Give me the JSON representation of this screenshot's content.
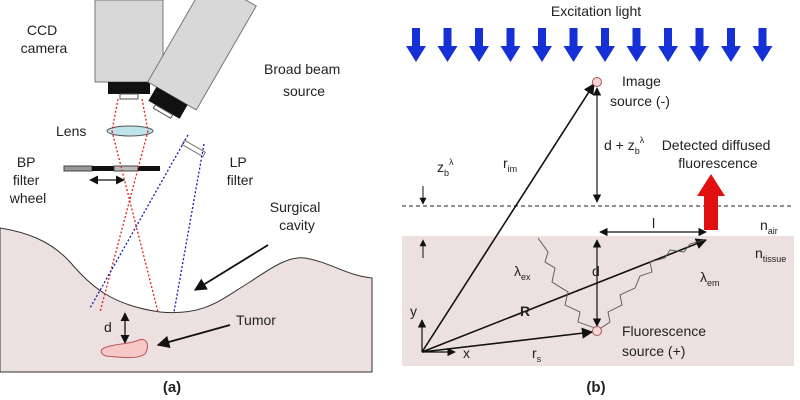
{
  "panel_a": {
    "label": "(a)",
    "ccd_camera": [
      "CCD",
      "camera"
    ],
    "broad_beam_source": [
      "Broad beam",
      "source"
    ],
    "lens": "Lens",
    "bp_filter_wheel": [
      "BP",
      "filter",
      "wheel"
    ],
    "lp_filter": [
      "LP",
      "filter"
    ],
    "surgical_cavity": [
      "Surgical",
      "cavity"
    ],
    "tumor": "Tumor",
    "depth": "d"
  },
  "panel_b": {
    "label": "(b)",
    "excitation_light": "Excitation light",
    "image_source": [
      "Image",
      "source (-)"
    ],
    "detected": [
      "Detected diffused",
      "fluorescence"
    ],
    "fluorescence_source": [
      "Fluorescence",
      "source (+)"
    ],
    "zb": {
      "base": "z",
      "sub": "b",
      "sup": "λ"
    },
    "r_im": {
      "base": "r",
      "sub": "im"
    },
    "d_plus_zb": {
      "prefix": "d + z",
      "sub": "b",
      "sup": "λ"
    },
    "n_air": {
      "base": "n",
      "sub": "air"
    },
    "n_tissue": {
      "base": "n",
      "sub": "tissue"
    },
    "lambda_ex": {
      "base": "λ",
      "sub": "ex"
    },
    "lambda_em": {
      "base": "λ",
      "sub": "em"
    },
    "l": "l",
    "d": "d",
    "R": "R",
    "y": "y",
    "x": "x",
    "r_s": {
      "base": "r",
      "sub": "s"
    }
  },
  "colors": {
    "tissue": "#ece1e0",
    "camera_body": "#d8d8d8",
    "lens": "#bfe3ea",
    "arrow_blue": "#1630d8",
    "detected_arrow": "#e01010",
    "red_dots": "#e02020",
    "blue_dots": "#1a1ab0",
    "tumor": "#f6c8c8"
  }
}
